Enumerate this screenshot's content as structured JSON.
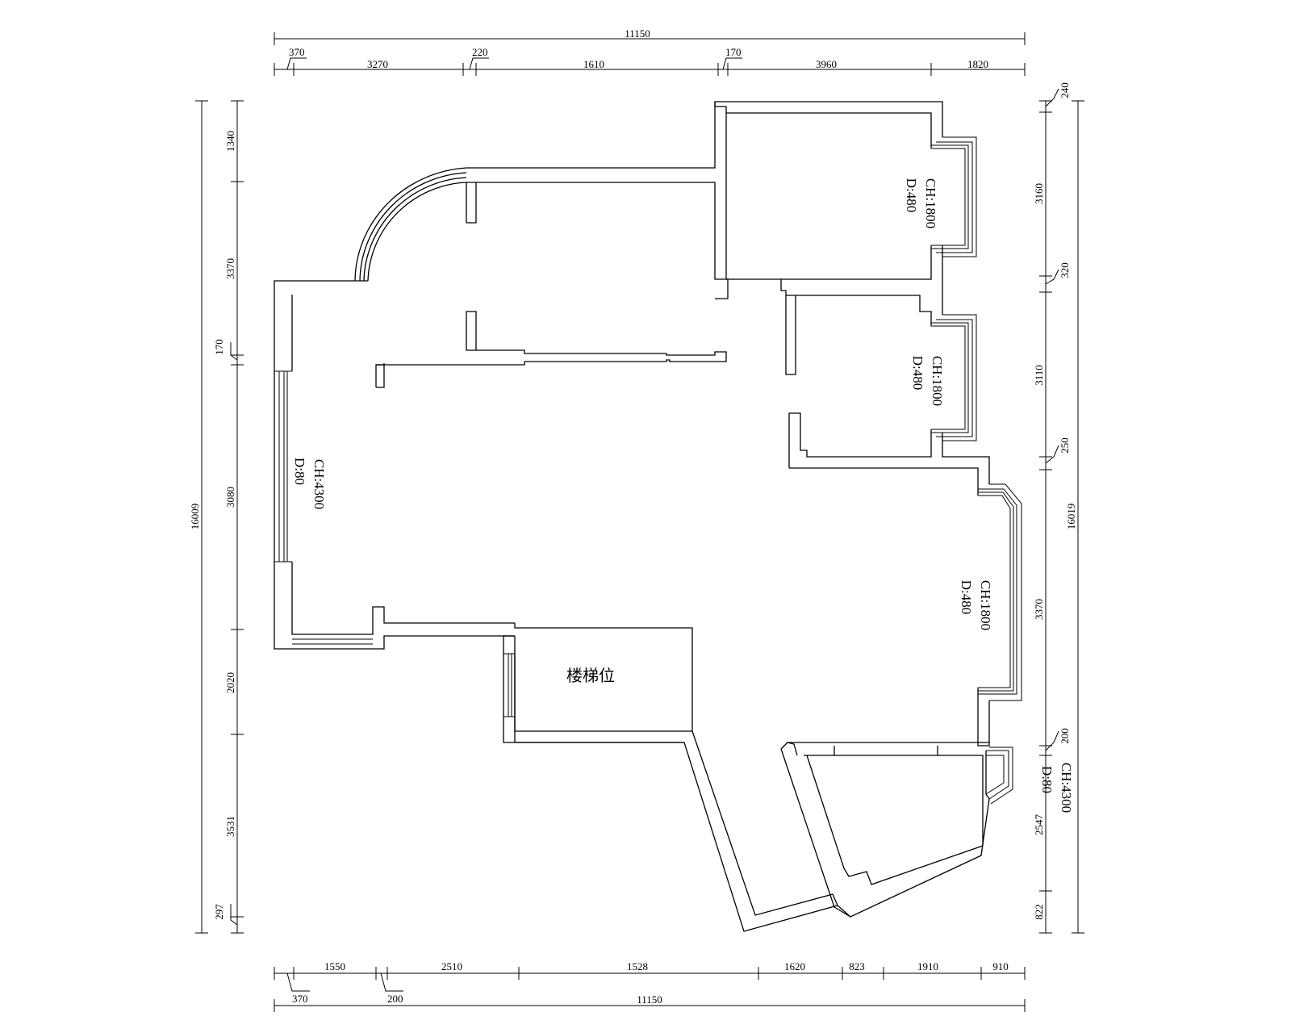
{
  "dims": {
    "top": {
      "overall": "11150",
      "segments": [
        "3270",
        "1610",
        "3960",
        "1820"
      ],
      "small": [
        "370",
        "220",
        "170"
      ]
    },
    "bottom": {
      "overall": "11150",
      "segments": [
        "1550",
        "2510",
        "1528",
        "1620",
        "823",
        "1910",
        "910"
      ],
      "small": [
        "370",
        "200"
      ]
    },
    "left": {
      "overall": "16009",
      "segments": [
        "1340",
        "3370",
        "170",
        "3080",
        "2020",
        "3531",
        "297"
      ]
    },
    "right": {
      "overall": "16019",
      "segments": [
        "240",
        "3160",
        "320",
        "3110",
        "250",
        "3370",
        "200",
        "2547",
        "822"
      ]
    }
  },
  "notes": {
    "bedroom1_window": [
      "CH:1800",
      "D:480"
    ],
    "bedroom2_window": [
      "CH:1800",
      "D:480"
    ],
    "living_window": [
      "CH:4300",
      "D:80"
    ],
    "east_window": [
      "CH:1800",
      "D:480"
    ],
    "balcony_window": [
      "CH:4300",
      "D:80"
    ]
  },
  "labels": {
    "stair": "楼梯位"
  }
}
